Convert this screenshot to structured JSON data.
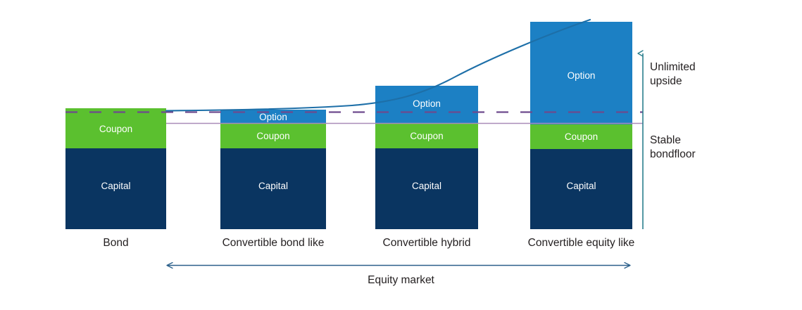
{
  "chart_data": {
    "type": "bar",
    "title": "",
    "subtitle": "",
    "xlabel": "Equity market",
    "ylabel": "",
    "grid": false,
    "legend_position": "in-bar",
    "stacked": true,
    "categories": [
      "Bond",
      "Convertible bond like",
      "Convertible hybrid",
      "Convertible equity like"
    ],
    "segments": [
      "Capital",
      "Coupon",
      "Option"
    ],
    "series": [
      {
        "name": "Capital",
        "color": "#0a3561",
        "values": [
          115,
          115,
          115,
          114
        ]
      },
      {
        "name": "Coupon",
        "color": "#5bc02f",
        "values": [
          57,
          35,
          35,
          35
        ]
      },
      {
        "name": "Option",
        "color": "#1c80c4",
        "values": [
          0,
          20,
          54,
          146
        ]
      }
    ],
    "bar_totals": [
      172,
      170,
      204,
      295
    ],
    "annotations": [
      {
        "name": "equity-curve",
        "label": "",
        "type": "line",
        "color": "#1d6fa8"
      },
      {
        "name": "bondfloor-dashed",
        "label": "",
        "type": "dashed-line",
        "color": "#6e4a8e"
      },
      {
        "name": "bondfloor-solid",
        "label": "",
        "type": "solid-line",
        "color": "#a98cb8"
      }
    ],
    "axis_labels": {
      "right_top": "Unlimited\nupside",
      "right_bottom": "Stable\nbondfloor"
    }
  },
  "bars": [
    {
      "category": "Bond",
      "segments": [
        {
          "label": "Option",
          "visible": false
        },
        {
          "label": "Coupon",
          "visible": true
        },
        {
          "label": "Capital",
          "visible": true
        }
      ]
    },
    {
      "category": "Convertible bond like",
      "segments": [
        {
          "label": "Option",
          "visible": true
        },
        {
          "label": "Coupon",
          "visible": true
        },
        {
          "label": "Capital",
          "visible": true
        }
      ]
    },
    {
      "category": "Convertible hybrid",
      "segments": [
        {
          "label": "Option",
          "visible": true
        },
        {
          "label": "Coupon",
          "visible": true
        },
        {
          "label": "Capital",
          "visible": true
        }
      ]
    },
    {
      "category": "Convertible equity like",
      "segments": [
        {
          "label": "Option",
          "visible": true
        },
        {
          "label": "Coupon",
          "visible": true
        },
        {
          "label": "Capital",
          "visible": true
        }
      ]
    }
  ],
  "labels": {
    "bar1_coupon": "Coupon",
    "bar1_capital": "Capital",
    "bar2_option": "Option",
    "bar2_coupon": "Coupon",
    "bar2_capital": "Capital",
    "bar3_option": "Option",
    "bar3_coupon": "Coupon",
    "bar3_capital": "Capital",
    "bar4_option": "Option",
    "bar4_coupon": "Coupon",
    "bar4_capital": "Capital",
    "cat1": "Bond",
    "cat2": "Convertible bond like",
    "cat3": "Convertible hybrid",
    "cat4": "Convertible equity like",
    "equity_market": "Equity market",
    "unlimited_upside_line1": "Unlimited",
    "unlimited_upside_line2": "upside",
    "stable_bondfloor_line1": "Stable",
    "stable_bondfloor_line2": "bondfloor"
  },
  "colors": {
    "capital": "#0a3561",
    "coupon": "#5bc02f",
    "option": "#1c80c4",
    "curve": "#1d6fa8",
    "dashed": "#6e4a8e",
    "solid_rule": "#a98cb8",
    "arrow_vertical": "#2a7f8e",
    "arrow_horizontal": "#2a5f8a",
    "text": "#231f20"
  }
}
